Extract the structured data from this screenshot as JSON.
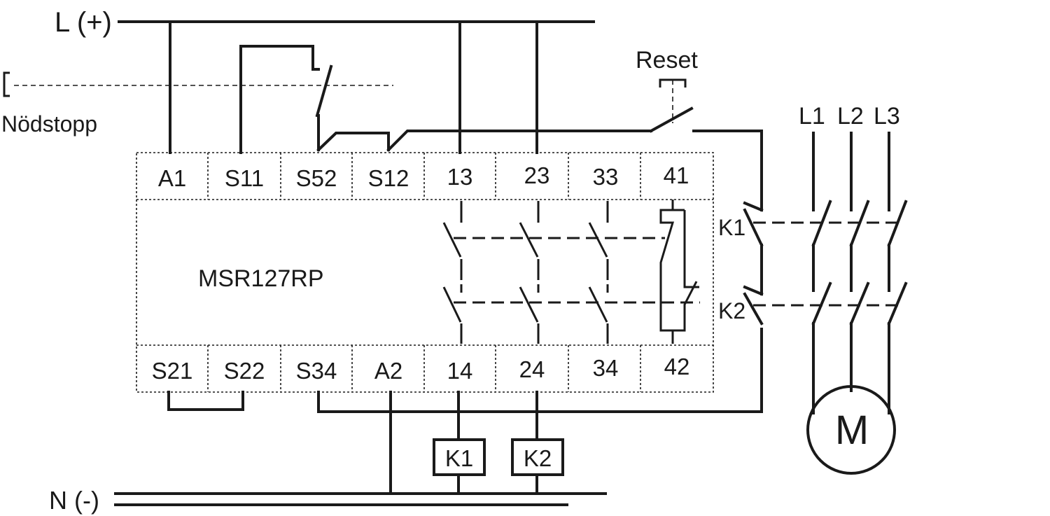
{
  "supply": {
    "line": "L (+)",
    "neutral": "N (-)"
  },
  "emergency_stop": {
    "label": "Nödstopp"
  },
  "reset": {
    "label": "Reset"
  },
  "relay": {
    "model": "MSR127RP",
    "top_terminals": [
      "A1",
      "S11",
      "S52",
      "S12",
      "13",
      "23",
      "33",
      "41"
    ],
    "bottom_terminals": [
      "S21",
      "S22",
      "S34",
      "A2",
      "14",
      "24",
      "34",
      "42"
    ]
  },
  "contactors": {
    "k1": "K1",
    "k2": "K2"
  },
  "phases": [
    "L1",
    "L2",
    "L3"
  ],
  "motor": {
    "label": "M"
  }
}
